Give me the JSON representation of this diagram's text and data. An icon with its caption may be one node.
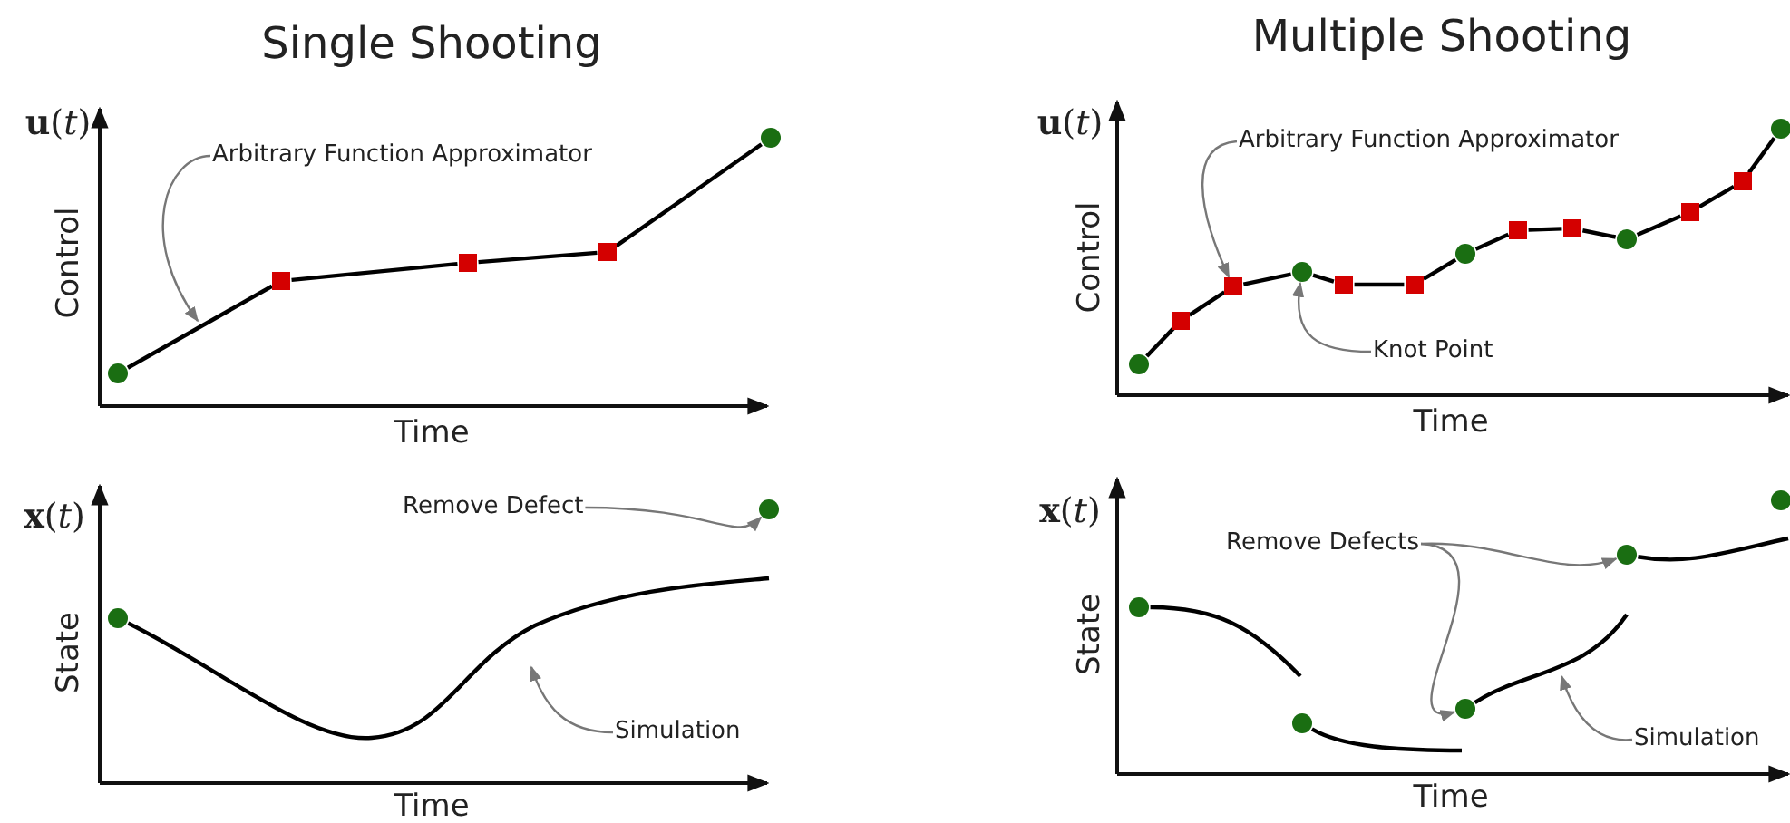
{
  "diagram": {
    "nodes": [
      {
        "text": [
          "Arbitrary Function Approximator"
        ]
      },
      {
        "text": [
          "Remove Defect"
        ]
      },
      {
        "text": [
          "Simulation"
        ]
      },
      {
        "text": [
          "Arbitrary Function Approximator"
        ]
      },
      {
        "text": [
          "Knot Point"
        ]
      },
      {
        "text": [
          "Remove Defects"
        ]
      },
      {
        "text": [
          "Simulation"
        ]
      },
      {
        "text": [],
        "shape": "circle"
      },
      {
        "text": [],
        "shape": "box"
      },
      {
        "text": [],
        "shape": "box"
      },
      {
        "text": [],
        "shape": "box"
      },
      {
        "text": [],
        "shape": "circle"
      },
      {
        "text": [],
        "shape": "circle"
      },
      {
        "text": [],
        "shape": "box"
      },
      {
        "text": [],
        "shape": "box"
      },
      {
        "text": [],
        "shape": "circle"
      },
      {
        "text": [],
        "shape": "box"
      },
      {
        "text": [],
        "shape": "box"
      },
      {
        "text": [],
        "shape": "circle"
      },
      {
        "text": [],
        "shape": "box"
      },
      {
        "text": [],
        "shape": "box"
      },
      {
        "text": [],
        "shape": "circle"
      },
      {
        "text": [],
        "shape": "box"
      },
      {
        "text": [],
        "shape": "box"
      },
      {
        "text": [],
        "shape": "circle"
      },
      {
        "text": [],
        "shape": "circle"
      },
      {
        "text": [],
        "shape": "circle"
      },
      {
        "text": [],
        "shape": "circle"
      },
      {
        "text": [],
        "shape": "circle"
      },
      {
        "text": [],
        "shape": "circle"
      },
      {
        "text": [],
        "shape": "circle"
      },
      {
        "text": [],
        "shape": "circle"
      }
    ],
    "edges": [
      {
        "from": 0,
        "to": null,
        "arrow": "to",
        "color": "#777777"
      },
      {
        "from": 1,
        "to": 26,
        "arrow": "to",
        "color": "#777777"
      },
      {
        "from": 2,
        "to": null,
        "arrow": "to",
        "color": "#777777"
      },
      {
        "from": 3,
        "to": 14,
        "arrow": "to",
        "color": "#777777"
      },
      {
        "from": 4,
        "to": 15,
        "arrow": "to",
        "color": "#777777"
      },
      {
        "from": 5,
        "to": 30,
        "arrow": "to",
        "color": "#777777"
      },
      {
        "from": 5,
        "to": 29,
        "arrow": "to",
        "color": "#777777"
      },
      {
        "from": 6,
        "to": null,
        "arrow": "to",
        "color": "#777777"
      },
      {
        "from": 7,
        "to": 8,
        "arrow": "none"
      },
      {
        "from": 8,
        "to": 9,
        "arrow": "none"
      },
      {
        "from": 9,
        "to": 10,
        "arrow": "none"
      },
      {
        "from": 10,
        "to": 11,
        "arrow": "none"
      },
      {
        "from": 12,
        "to": 13,
        "arrow": "none"
      },
      {
        "from": 13,
        "to": 14,
        "arrow": "none"
      },
      {
        "from": 14,
        "to": 15,
        "arrow": "none"
      },
      {
        "from": 15,
        "to": 16,
        "arrow": "none"
      },
      {
        "from": 16,
        "to": 17,
        "arrow": "none"
      },
      {
        "from": 17,
        "to": 18,
        "arrow": "none"
      },
      {
        "from": 18,
        "to": 19,
        "arrow": "none"
      },
      {
        "from": 19,
        "to": 20,
        "arrow": "none"
      },
      {
        "from": 20,
        "to": 21,
        "arrow": "none"
      },
      {
        "from": 21,
        "to": 22,
        "arrow": "none"
      },
      {
        "from": 22,
        "to": 23,
        "arrow": "none"
      },
      {
        "from": 23,
        "to": 24,
        "arrow": "none"
      },
      {
        "from": 25,
        "to": null,
        "arrow": "none"
      },
      {
        "from": 27,
        "to": null,
        "arrow": "none"
      },
      {
        "from": 28,
        "to": null,
        "arrow": "none"
      },
      {
        "from": 29,
        "to": null,
        "arrow": "none"
      },
      {
        "from": 30,
        "to": null,
        "arrow": "none"
      }
    ],
    "labels": [
      "Single Shooting",
      "Multiple Shooting",
      "**u**(*t*)",
      "Control",
      "Time",
      "**u**(*t*)",
      "Control",
      "Time",
      "**x**(*t*)",
      "State",
      "Time",
      "**x**(*t*)",
      "State",
      "Time"
    ]
  }
}
